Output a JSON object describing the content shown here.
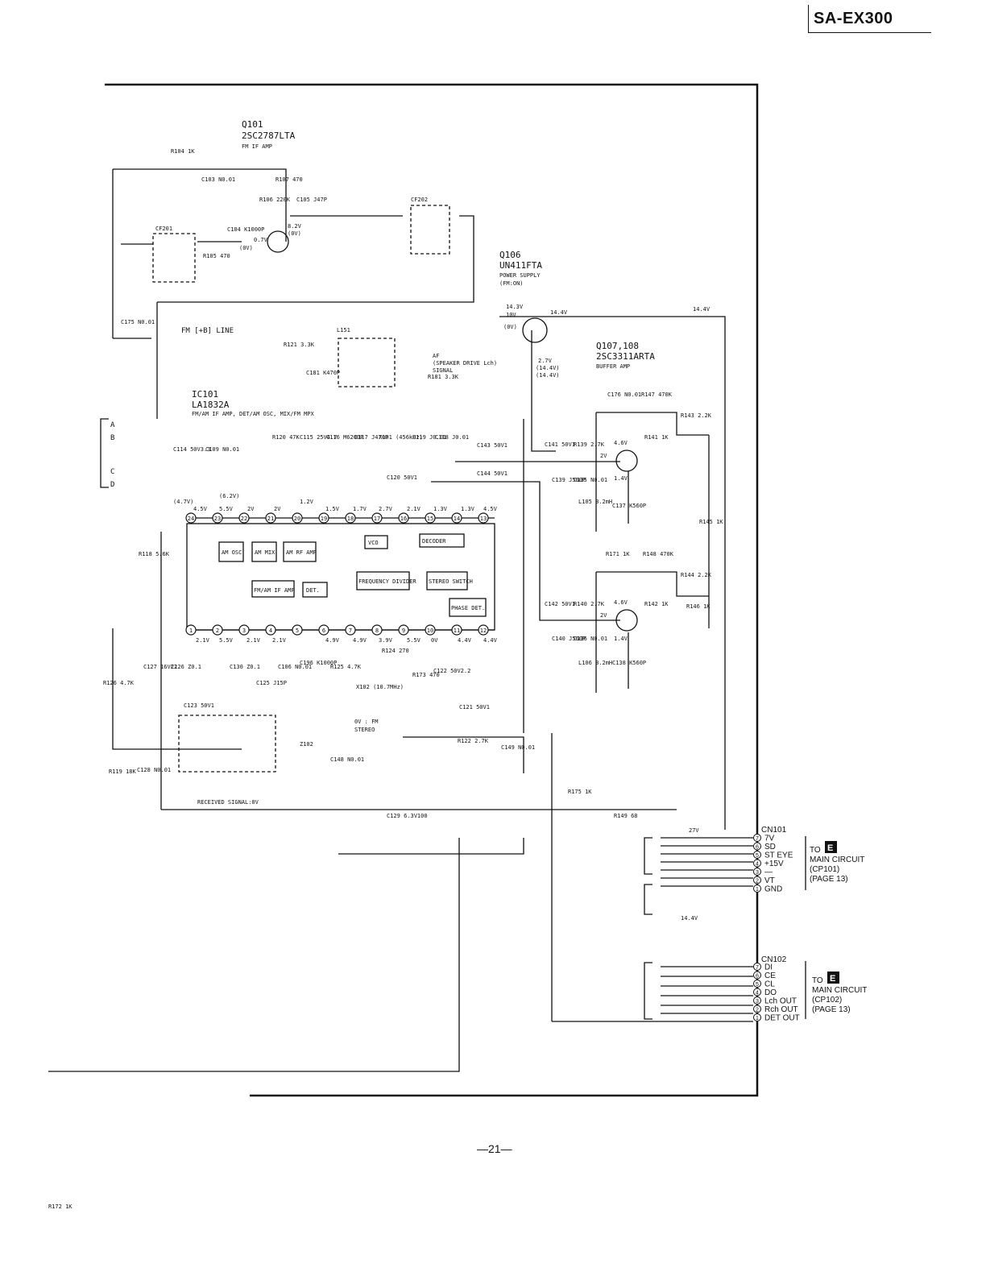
{
  "header": {
    "model": "SA-EX300"
  },
  "footer": {
    "page": "—21—"
  },
  "q101": {
    "ref": "Q101",
    "part": "2SC2787LTA",
    "desc": "FM IF AMP"
  },
  "q106": {
    "ref": "Q106",
    "part": "UN411FTA",
    "desc1": "POWER SUPPLY",
    "desc2": "(FM:ON)"
  },
  "q107": {
    "ref": "Q107,108",
    "part": "2SC3311ARTA",
    "desc": "BUFFER AMP"
  },
  "ic101": {
    "ref": "IC101",
    "part": "LA1832A",
    "desc": "FM/AM IF AMP, DET/AM OSC, MIX/FM MPX"
  },
  "fm_line": "FM [+B] LINE",
  "af_note": [
    "AF",
    "(SPEAKER DRIVE Lch)",
    "SIGNAL"
  ],
  "received": "RECEIVED SIGNAL:0V",
  "stereo_note": [
    "0V : FM",
    "STEREO"
  ],
  "blocks": {
    "am_osc": "AM OSC",
    "am_mix": "AM MIX",
    "am_rf": "AM RF AMP",
    "fm_if": "FM/AM IF AMP",
    "det": "DET.",
    "vco": "VCO",
    "decoder": "DECODER",
    "freq_div": "FREQUENCY DIVIDER",
    "stereo_sw": "STEREO SWITCH",
    "phase_det": "PHASE DET."
  },
  "components": [
    "R104 1K",
    "C103 N0.01",
    "R107 470",
    "R106 220K",
    "C105 J47P",
    "CF202",
    "CF201",
    "C104 K1000P",
    "R105 470",
    "C175 N0.01",
    "L151",
    "R121 3.3K",
    "C181 K470P",
    "R181 3.3K",
    "R120 47K",
    "C115 25V4.7",
    "C116 M6200P",
    "C117 J470P",
    "X101 (456kHz)",
    "C119 J0.01",
    "C118 J0.01",
    "C120 50V1",
    "C143 50V1",
    "C144 50V1",
    "C114 50V3.3",
    "C109 N0.01",
    "R118 5.6K",
    "C127 16V22",
    "C126 Z0.1",
    "C130 Z0.1",
    "C125 J15P",
    "C106 N0.01",
    "C196 K1000P",
    "R125 4.7K",
    "X102 (10.7MHz)",
    "R124 270",
    "R173 470",
    "C122 50V2.2",
    "C121 50V1",
    "R122 2.7K",
    "C123 50V1",
    "Z102",
    "C148 N0.01",
    "R126 4.7K",
    "R119 18K",
    "C128 N0.01",
    "C129 6.3V100",
    "C149 N0.01",
    "R175 1K",
    "R149 68",
    "C176 N0.01",
    "R147 470K",
    "R143 2.2K",
    "C141 50V1",
    "R139 2.7K",
    "R141 1K",
    "C139 J560P",
    "C135 N0.01",
    "L105 8.2mH",
    "C137 K560P",
    "R145 1K",
    "R171 1K",
    "R148 470K",
    "R144 2.2K",
    "C142 50V1",
    "R140 2.7K",
    "R142 1K",
    "C140 J560P",
    "C136 N0.01",
    "L106 8.2mH",
    "C138 K560P",
    "R146 1K",
    "R172 1K"
  ],
  "voltages": [
    "8.2V",
    "(0V)",
    "0.7V",
    "(0V)",
    "14.3V",
    "10V",
    "(0V)",
    "14.4V",
    "14.4V",
    "2.7V",
    "(14.4V)",
    "(14.4V)",
    "4.6V",
    "2V",
    "1.4V",
    "4.6V",
    "2V",
    "1.4V",
    "2.1V",
    "5.5V",
    "2.1V",
    "2.1V",
    "4.9V",
    "4.9V",
    "3.9V",
    "5.5V",
    "0V",
    "4.4V",
    "4.4V",
    "(4.7V)",
    "(6.2V)",
    "4.5V",
    "5.5V",
    "2V",
    "2V",
    "1.2V",
    "1.5V",
    "1.7V",
    "2.7V",
    "2.1V",
    "1.3V",
    "1.3V",
    "4.5V",
    "27V",
    "14.4V"
  ],
  "cn101": {
    "ref": "CN101",
    "pins": [
      {
        "n": "7",
        "label": "7V"
      },
      {
        "n": "6",
        "label": "SD"
      },
      {
        "n": "5",
        "label": "ST EYE"
      },
      {
        "n": "4",
        "label": "+15V"
      },
      {
        "n": "3",
        "label": "—"
      },
      {
        "n": "2",
        "label": "VT"
      },
      {
        "n": "1",
        "label": "GND"
      }
    ],
    "to": "TO",
    "board": "E",
    "line1": "MAIN CIRCUIT",
    "line2": "(CP101)",
    "line3": "(PAGE 13)"
  },
  "cn102": {
    "ref": "CN102",
    "pins": [
      {
        "n": "7",
        "label": "DI"
      },
      {
        "n": "6",
        "label": "CE"
      },
      {
        "n": "5",
        "label": "CL"
      },
      {
        "n": "4",
        "label": "DO"
      },
      {
        "n": "3",
        "label": "Lch OUT"
      },
      {
        "n": "2",
        "label": "Rch OUT"
      },
      {
        "n": "1",
        "label": "DET OUT"
      }
    ],
    "to": "TO",
    "board": "E",
    "line1": "MAIN CIRCUIT",
    "line2": "(CP102)",
    "line3": "(PAGE 13)"
  },
  "ic_pins_top": [
    "24",
    "23",
    "22",
    "21",
    "20",
    "19",
    "18",
    "17",
    "16",
    "15",
    "14",
    "13"
  ],
  "ic_pins_bottom": [
    "1",
    "2",
    "3",
    "4",
    "5",
    "6",
    "7",
    "8",
    "9",
    "10",
    "11",
    "12"
  ],
  "bus_letters": [
    "A",
    "B",
    "C",
    "D"
  ]
}
